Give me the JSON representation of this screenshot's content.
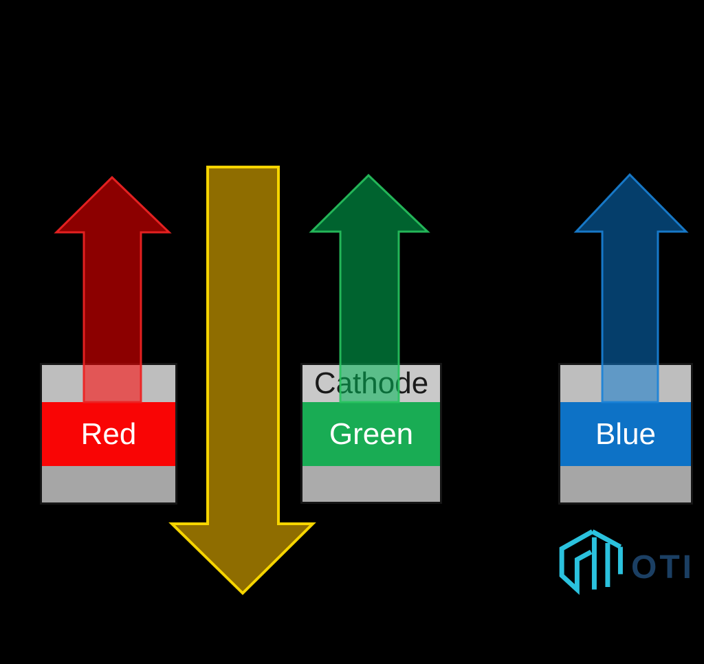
{
  "background": "#000000",
  "stacks": [
    {
      "name": "red",
      "cathode_label": "",
      "emitter_label": "Red",
      "colors": {
        "top_bar": "#BEBEBE",
        "emitter": "#F90505",
        "bottom_bar": "#A6A6A6",
        "emitter_text": "#FFFFFF",
        "cathode_text": "#1A1A1A",
        "border": "#161616"
      }
    },
    {
      "name": "green",
      "cathode_label": "Cathode",
      "emitter_label": "Green",
      "colors": {
        "top_bar": "#C9C9C9",
        "emitter": "#19AC54",
        "bottom_bar": "#ABABAB",
        "emitter_text": "#FFFFFF",
        "cathode_text": "#1A1A1A",
        "border": "#161616"
      }
    },
    {
      "name": "blue",
      "cathode_label": "",
      "emitter_label": "Blue",
      "colors": {
        "top_bar": "#BEBEBE",
        "emitter": "#0D72C6",
        "bottom_bar": "#A6A6A6",
        "emitter_text": "#FFFFFF",
        "cathode_text": "#1A1A1A",
        "border": "#161616"
      }
    }
  ],
  "arrows": [
    {
      "name": "red-up-arrow",
      "direction": "up",
      "fill": "rgba(255,0,0,0.55)",
      "stroke": "rgba(235,35,35,0.95)"
    },
    {
      "name": "yellow-down-arrow",
      "direction": "down",
      "fill": "rgba(255,195,0,0.56)",
      "stroke": "rgba(255,221,0,0.95)"
    },
    {
      "name": "green-up-arrow",
      "direction": "up",
      "fill": "rgba(0,180,85,0.55)",
      "stroke": "rgba(40,195,95,0.9)"
    },
    {
      "name": "blue-up-arrow",
      "direction": "up",
      "fill": "rgba(10,118,205,0.52)",
      "stroke": "rgba(25,130,215,0.9)"
    }
  ],
  "logo": {
    "text": "OTI",
    "text_color": "#1B3F63",
    "mark_color": "#2BC2DE"
  }
}
